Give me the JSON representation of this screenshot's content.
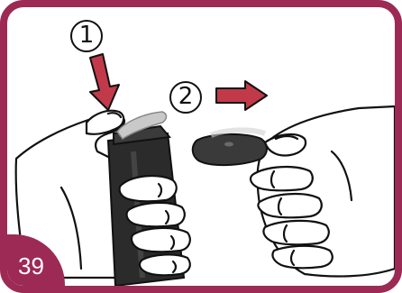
{
  "figure": {
    "step_number": "39",
    "markers": {
      "first": "1",
      "second": "2"
    },
    "colors": {
      "frame": "#9c2a55",
      "device": "#2b2b2b",
      "cap": "#3a3a3a",
      "arrow": "#c23a4a"
    },
    "icons": {
      "arrow_down": "arrow-down-icon",
      "arrow_right": "arrow-right-icon"
    }
  }
}
